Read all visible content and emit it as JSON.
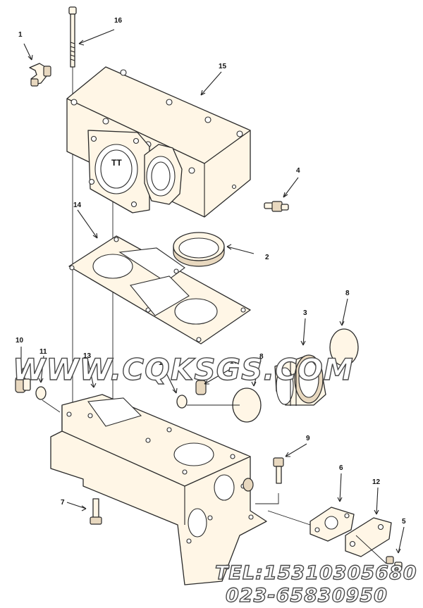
{
  "callouts": [
    {
      "id": "c1",
      "label": "1"
    },
    {
      "id": "c2",
      "label": "2"
    },
    {
      "id": "c3",
      "label": "3"
    },
    {
      "id": "c4",
      "label": "4"
    },
    {
      "id": "c5",
      "label": "5"
    },
    {
      "id": "c6",
      "label": "6"
    },
    {
      "id": "c7",
      "label": "7"
    },
    {
      "id": "c8a",
      "label": "8"
    },
    {
      "id": "c8b",
      "label": "8"
    },
    {
      "id": "c9",
      "label": "9"
    },
    {
      "id": "c10a",
      "label": "10"
    },
    {
      "id": "c10b",
      "label": "10"
    },
    {
      "id": "c11a",
      "label": "11"
    },
    {
      "id": "c11b",
      "label": "11"
    },
    {
      "id": "c12",
      "label": "12"
    },
    {
      "id": "c13",
      "label": "13"
    },
    {
      "id": "c14",
      "label": "14"
    },
    {
      "id": "c15",
      "label": "15"
    },
    {
      "id": "c16",
      "label": "16"
    }
  ],
  "watermark": {
    "site": "WWW.CQKSGS.COM",
    "tel": "TEL:15310305680",
    "phone": "023-65830950"
  }
}
